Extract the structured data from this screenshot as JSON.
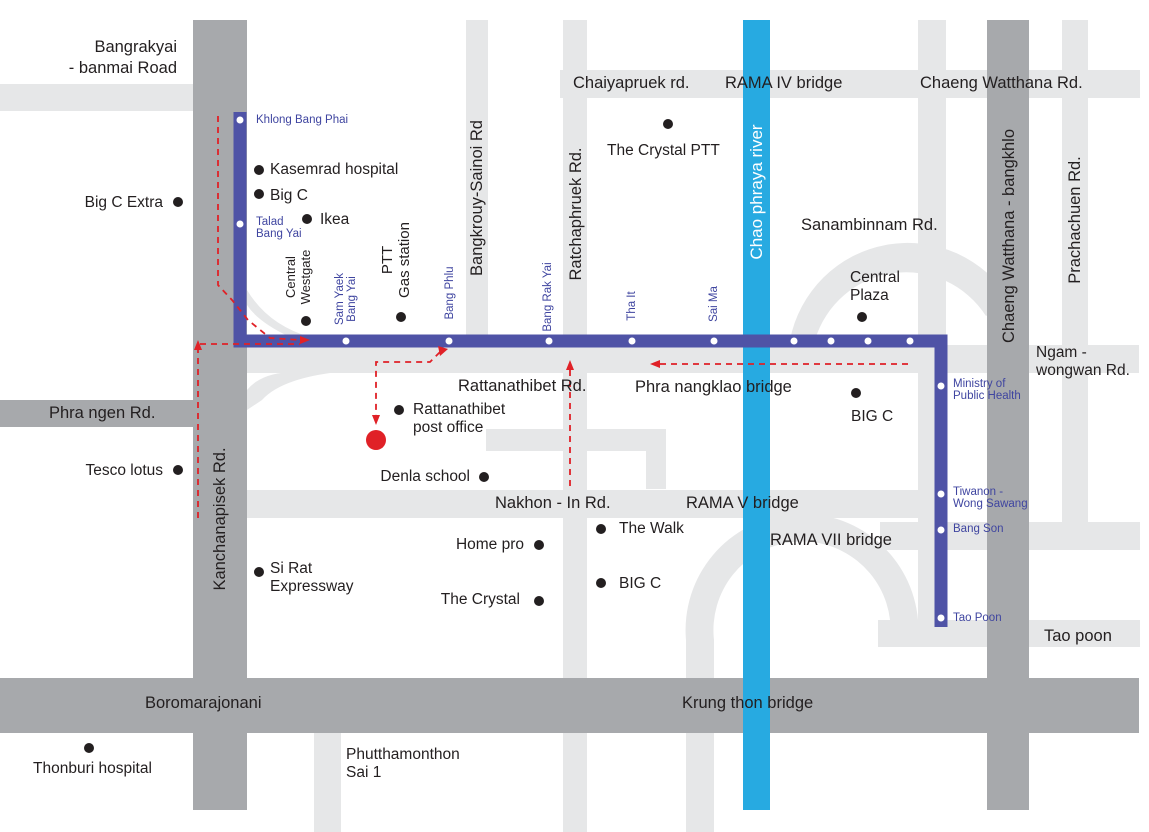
{
  "roads": {
    "bangrakyai": "Bangrakyai\n- banmai Road",
    "chaiyapruek": "Chaiyapruek rd.",
    "rama4": "RAMA IV bridge",
    "chaeng_watthana": "Chaeng Watthana Rd.",
    "bangkrouy": "Bangkrouy-Sainoi Rd",
    "ratchaphruek": "Ratchaphruek Rd.",
    "chaophraya": "Chao phraya river",
    "chaeng_bangkhlo": "Chaeng Watthana - bangkhlo",
    "prachachuen": "Prachachuen Rd.",
    "sanambinnam": "Sanambinnam Rd.",
    "ngamwongwan": "Ngam -\nwongwan Rd.",
    "rattanathibet": "Rattanathibet Rd.",
    "phra_nangklao": "Phra nangklao bridge",
    "phra_ngen": "Phra ngen Rd.",
    "kanchanapisek": "Kanchanapisek Rd.",
    "nakhon_in": "Nakhon - In Rd.",
    "rama5": "RAMA V bridge",
    "rama7": "RAMA VII bridge",
    "tao_poon": "Tao poon",
    "boromarajonani": "Boromarajonani",
    "krung_thon": "Krung thon bridge",
    "phutthamonthon": "Phutthamonthon\nSai 1"
  },
  "places": {
    "crystal_ptt": "The Crystal PTT",
    "kasemrad": "Kasemrad hospital",
    "bigc_top": "Big C",
    "bigc_extra": "Big C Extra",
    "ikea": "Ikea",
    "central_westgate": "Central\nWestgate",
    "ptt_gas": "PTT\nGas station",
    "central_plaza": "Central\nPlaza",
    "post_office": "Rattanathibet\npost office",
    "bigc_right": "BIG C",
    "tesco": "Tesco lotus",
    "denla": "Denla school",
    "the_walk": "The Walk",
    "home_pro": "Home pro",
    "si_rat": "Si Rat\nExpressway",
    "bigc_mid": "BIG C",
    "the_crystal": "The Crystal",
    "thonburi_hospital": "Thonburi hospital"
  },
  "stations": {
    "khlong_bang_phai": "Khlong Bang Phai",
    "talad_bang_yai": "Talad\nBang Yai",
    "sam_yaek": "Sam Yaek\nBang Yai",
    "bang_phlu": "Bang Phlu",
    "bang_rak_yai": "Bang Rak Yai",
    "tha_it": "Tha It",
    "sai_ma": "Sai Ma",
    "ministry": "Ministry of\nPublic Health",
    "tiwanon": "Tiwanon -\nWong Sawang",
    "bang_son": "Bang Son",
    "tao_poon": "Tao Poon"
  },
  "colors": {
    "road": "#a7a9ac",
    "minor_road": "#e6e7e8",
    "river": "#27aae1",
    "purple_line": "#4f53a6",
    "route": "#e02127",
    "destination": "#e02127"
  }
}
